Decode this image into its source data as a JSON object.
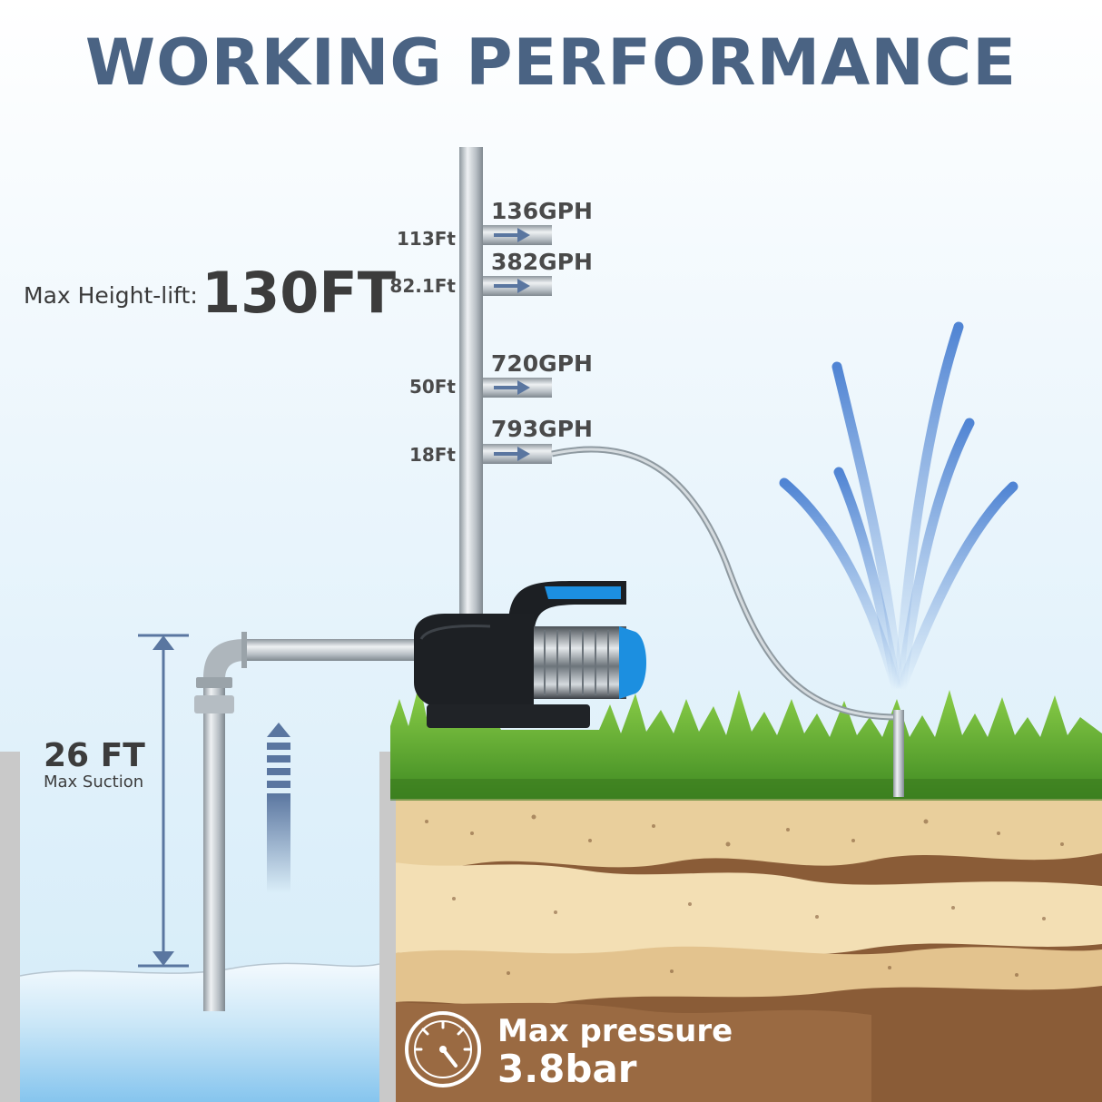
{
  "title": "WORKING PERFORMANCE",
  "max_lift": {
    "label": "Max Height-lift:",
    "value": "130FT"
  },
  "performance_points": [
    {
      "height": "113Ft",
      "flow": "136GPH"
    },
    {
      "height": "82.1Ft",
      "flow": "382GPH"
    },
    {
      "height": "50Ft",
      "flow": "720GPH"
    },
    {
      "height": "18Ft",
      "flow": "793GPH"
    }
  ],
  "suction": {
    "value": "26 FT",
    "label": "Max Suction"
  },
  "pressure": {
    "label": "Max pressure",
    "value": "3.8bar"
  },
  "colors": {
    "title": "#4a6383",
    "arrow": "#5a76a0",
    "pump_accent": "#1c8fe0",
    "pipe": "#b4bcc2",
    "grass": "#4e9e2a",
    "soil": "#8a5c37",
    "water": "#9fd2f1"
  },
  "icons": [
    "gauge-icon",
    "flow-arrow-icon",
    "suction-arrow-icon",
    "sprinkler-icon",
    "pump-icon"
  ]
}
